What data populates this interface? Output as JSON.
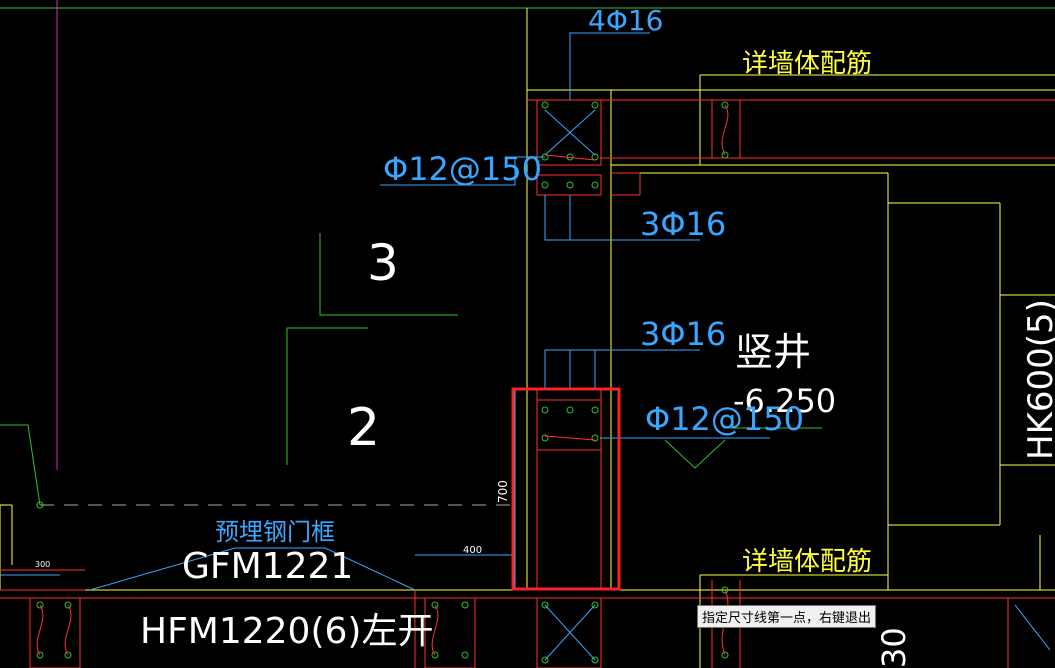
{
  "labels": {
    "rebar_top": "4Φ16",
    "detail_wall_top": "详墙体配筋",
    "stirrup_left": "Φ12@150",
    "rebar_mid1": "3Φ16",
    "section_3": "3",
    "rebar_mid2": "3Φ16",
    "shaft": "竖井",
    "elevation": "-6.250",
    "section_2": "2",
    "stirrup_right": "Φ12@150",
    "dim_700": "700",
    "embedded_door_frame": "预埋钢门框",
    "door_gfm": "GFM1221",
    "dim_400": "400",
    "detail_wall_bottom": "详墙体配筋",
    "dim_300": "300",
    "door_hfm": "HFM1220(6)左开",
    "beam_hk": "HK600(5)",
    "dim_30": "30"
  },
  "status": {
    "prompt": "指定尺寸线第一点，右键退出"
  },
  "colors": {
    "background": "#000000",
    "wall_yellow": "#ffff40",
    "rebar_red": "#ff3030",
    "dim_cyan": "#3aa6ff",
    "grid_green": "#30c030",
    "axis_magenta": "#c030c0",
    "highlight_red": "#ff2020"
  }
}
